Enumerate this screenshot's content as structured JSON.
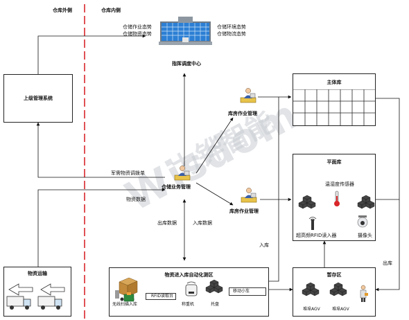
{
  "zones": {
    "outside": "仓库外侧",
    "inside": "仓库内侧"
  },
  "command_center": {
    "label": "指挥调度中心",
    "left_lines": [
      "仓储作业态势",
      "仓储物资态势"
    ],
    "right_lines": [
      "仓储环境态势",
      "仓储物流态势"
    ]
  },
  "upper_system": {
    "label": "上级管理系统"
  },
  "warehouse_mgmt": {
    "label": "仓储业务管理"
  },
  "ops_top": {
    "label": "库房作业管理"
  },
  "ops_bottom": {
    "label": "库房作业管理"
  },
  "main_store": {
    "label": "主体库"
  },
  "flat_store": {
    "label": "平面库",
    "sensor_label": "温湿度传感器",
    "rfid_label": "超高频RFID读入器",
    "camera_label": "摄像头"
  },
  "transport": {
    "label": "物资运输"
  },
  "inbound_area": {
    "label": "物资进入库自动化测区",
    "items": [
      "无线扫描入库",
      "RFID读取台",
      "称重机",
      "托盘",
      "移动小车"
    ]
  },
  "temp_area": {
    "label": "暂存区",
    "agv1": "堆垛AGV",
    "agv2": "堆垛AGV"
  },
  "flows": {
    "dispatch": "军需物资调拨单",
    "material_info": "物资数据",
    "outbound_data": "出库数据",
    "inbound_data": "入库数据",
    "inbound": "入库",
    "outbound": "出库"
  },
  "watermark": {
    "brand_cn": "力铧智能",
    "brand_en": "Wisdom"
  }
}
